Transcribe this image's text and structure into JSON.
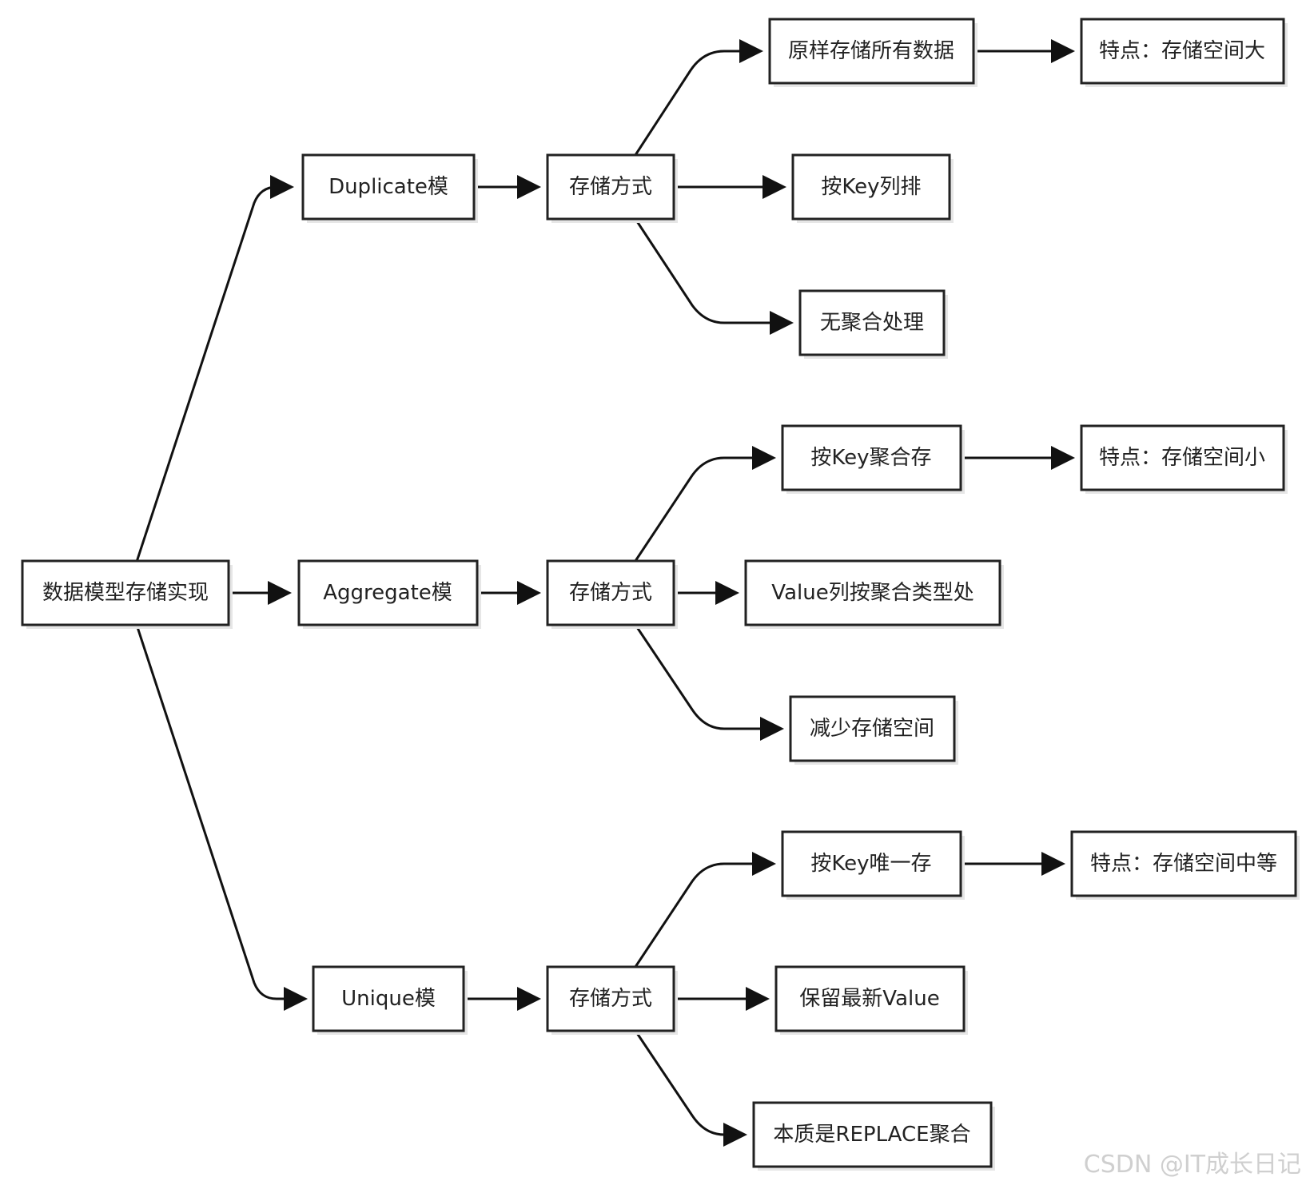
{
  "nodes": {
    "root": "数据模型存储实现",
    "duplicate": "Duplicate模",
    "aggregate": "Aggregate模",
    "unique": "Unique模",
    "dup_storage": "存储方式",
    "agg_storage": "存储方式",
    "uni_storage": "存储方式",
    "dup_a": "原样存储所有数据",
    "dup_b": "按Key列排",
    "dup_c": "无聚合处理",
    "dup_a_note": "特点：存储空间大",
    "agg_a": "按Key聚合存",
    "agg_b": "Value列按聚合类型处",
    "agg_c": "减少存储空间",
    "agg_a_note": "特点：存储空间小",
    "uni_a": "按Key唯一存",
    "uni_b": "保留最新Value",
    "uni_c": "本质是REPLACE聚合",
    "uni_a_note": "特点：存储空间中等"
  },
  "watermark": "CSDN @IT成长日记"
}
